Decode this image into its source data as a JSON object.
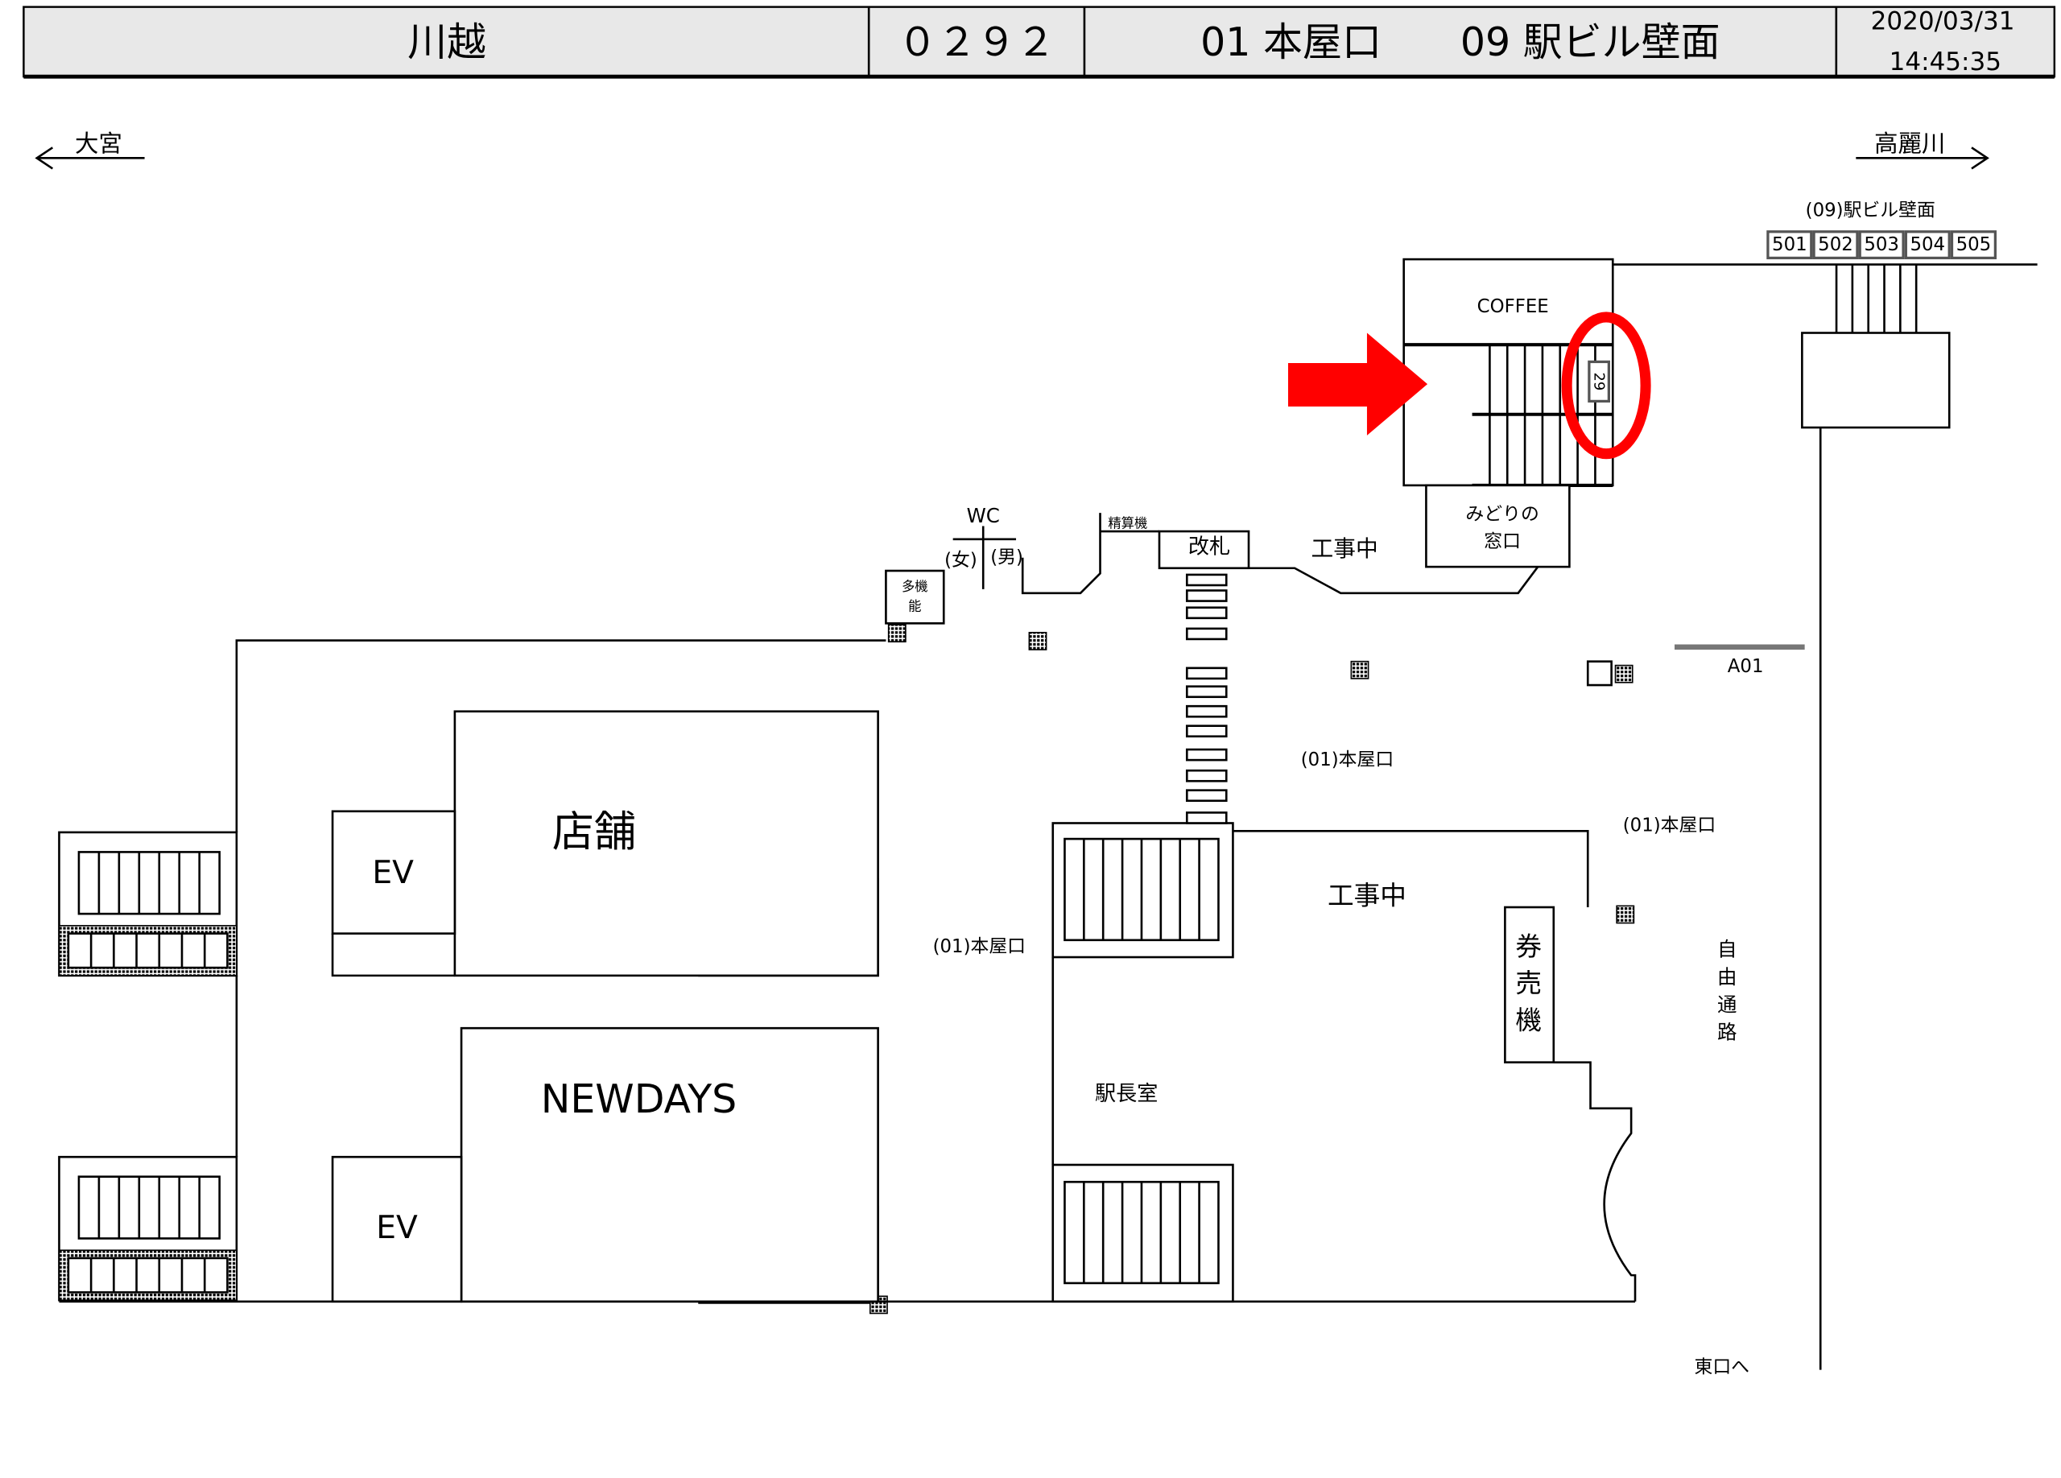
{
  "header": {
    "station": "川越",
    "code": "０２９２",
    "locations": "01 本屋口　　09 駅ビル壁面",
    "date": "2020/03/31",
    "time": "14:45:35"
  },
  "directions": {
    "left": "大宮",
    "right": "高麗川"
  },
  "wall_ads": {
    "title": "(09)駅ビル壁面",
    "slots": [
      "501",
      "502",
      "503",
      "504",
      "505"
    ]
  },
  "labels": {
    "coffee": "COFFEE",
    "target_slot": "29",
    "midori_1": "みどりの",
    "midori_2": "窓口",
    "construction_top": "工事中",
    "ticket_gate": "改札",
    "fare_adjust": "精算機",
    "wc": "WC",
    "wc_female": "(女)",
    "wc_male": "(男)",
    "multi_1": "多機",
    "multi_2": "能",
    "honya_1": "(01)本屋口",
    "honya_2": "(01)本屋口",
    "honya_3": "(01)本屋口",
    "construction_main": "工事中",
    "ticket_machine": [
      "券",
      "売",
      "機"
    ],
    "free_passage": [
      "自",
      "由",
      "通",
      "路"
    ],
    "a01": "A01",
    "station_master": "駅長室",
    "east_exit": "東口へ",
    "shop": "店舗",
    "newdays": "NEWDAYS",
    "ev_1": "EV",
    "ev_2": "EV"
  },
  "colors": {
    "highlight": "#ff0000",
    "header_bg": "#e8e8e8"
  }
}
